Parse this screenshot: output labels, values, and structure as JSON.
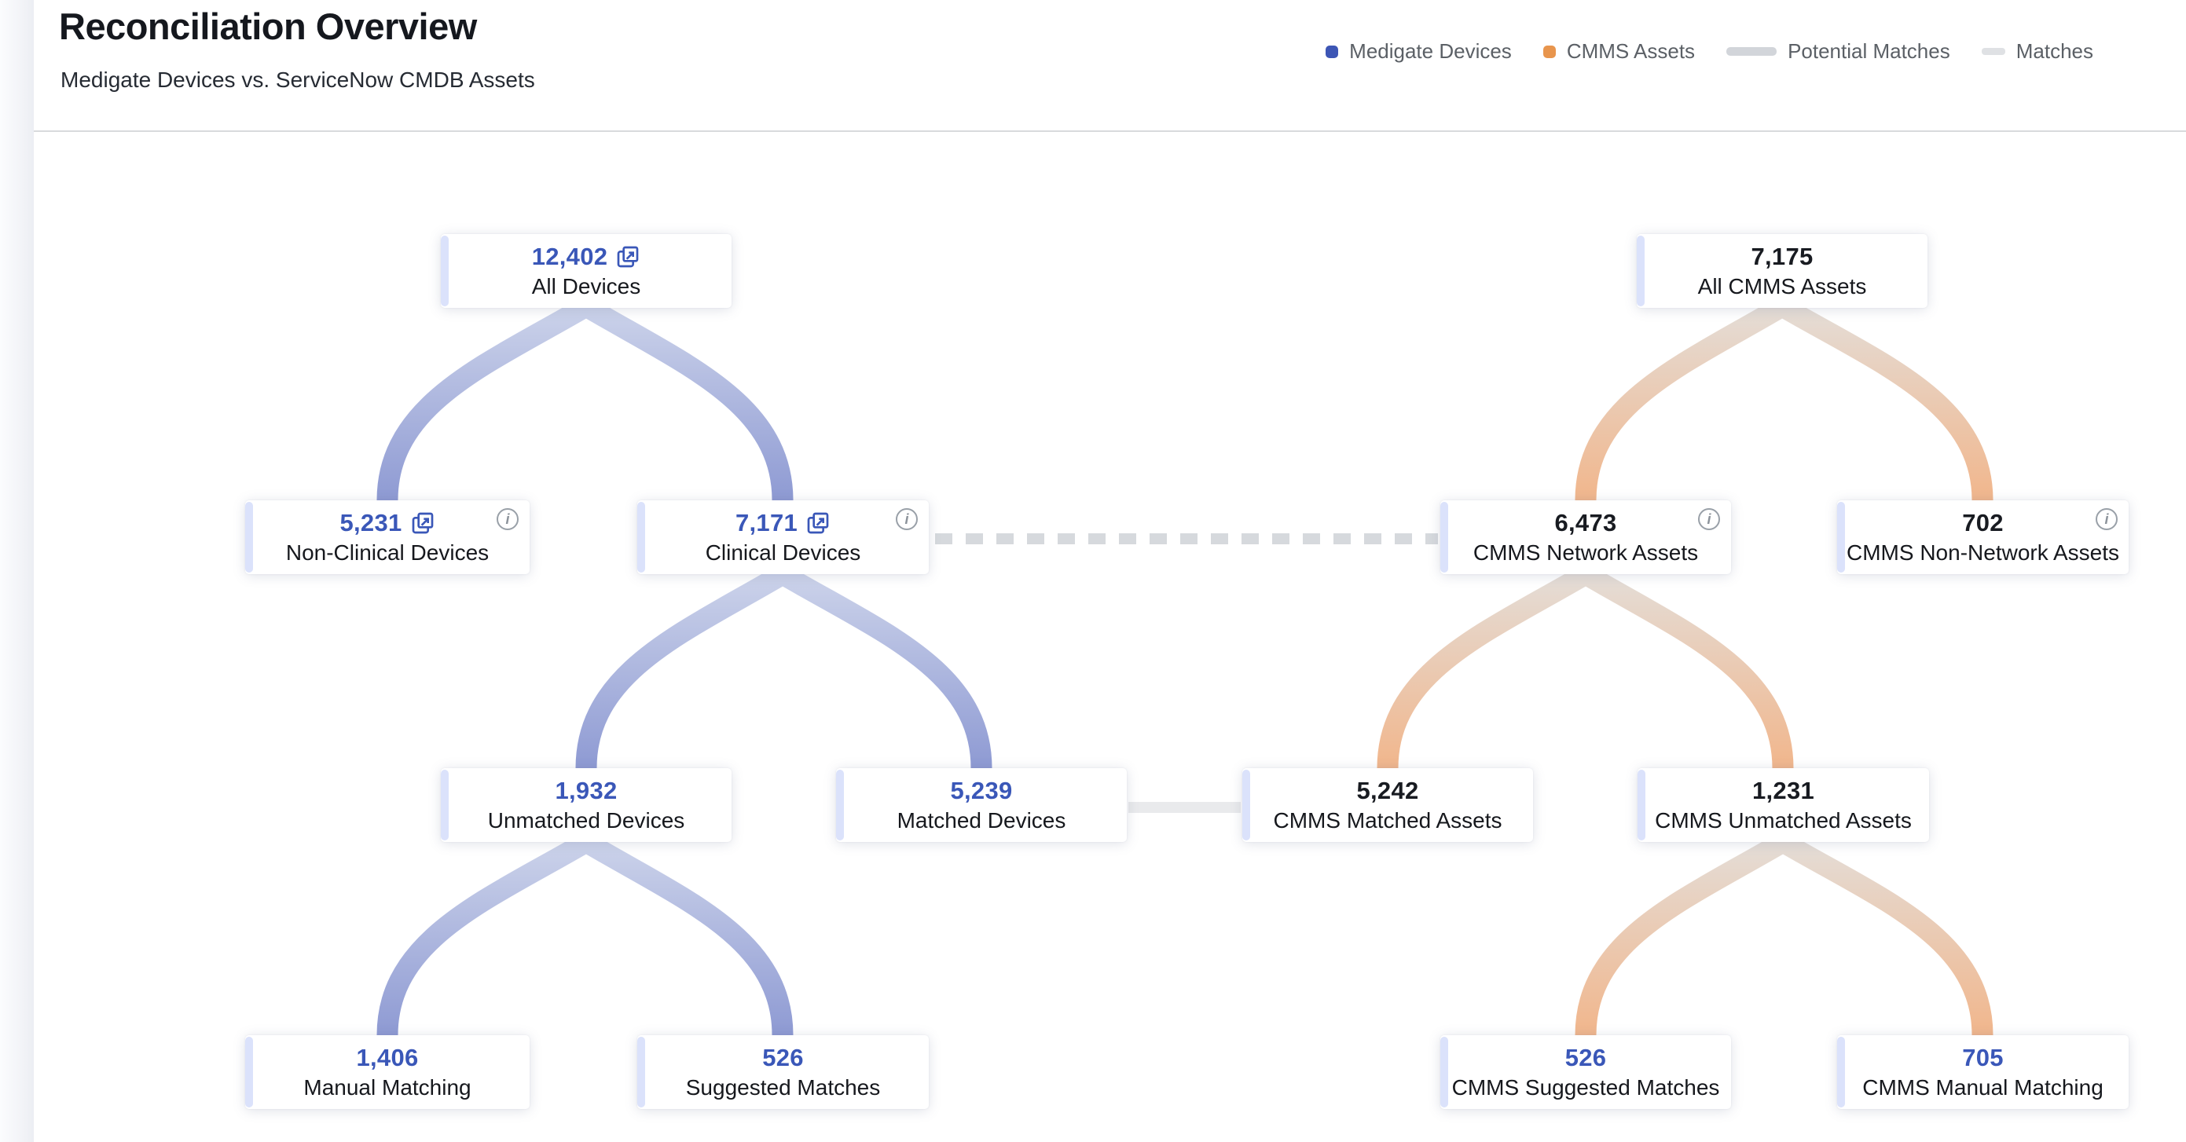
{
  "header": {
    "title": "Reconciliation Overview",
    "subtitle": "Medigate Devices vs. ServiceNow CMDB Assets"
  },
  "legend": {
    "items": [
      {
        "label": "Medigate Devices",
        "marker": "square",
        "color": "#3D56B5"
      },
      {
        "label": "CMMS Assets",
        "marker": "square",
        "color": "#E8954D"
      },
      {
        "label": "Potential Matches",
        "marker": "thick-line",
        "color": "#D2D5DA"
      },
      {
        "label": "Matches",
        "marker": "short-line",
        "color": "#DFE1E4"
      }
    ]
  },
  "nodes": [
    {
      "id": "all-devices",
      "value": "12,402",
      "label": "All Devices",
      "value_color": "#3A57B8",
      "external_link": true,
      "info": false
    },
    {
      "id": "all-cmms-assets",
      "value": "7,175",
      "label": "All CMMS Assets",
      "value_color": "#181B21",
      "external_link": false,
      "info": false
    },
    {
      "id": "non-clinical-devices",
      "value": "5,231",
      "label": "Non-Clinical Devices",
      "value_color": "#3A57B8",
      "external_link": true,
      "info": true
    },
    {
      "id": "clinical-devices",
      "value": "7,171",
      "label": "Clinical Devices",
      "value_color": "#3A57B8",
      "external_link": true,
      "info": true
    },
    {
      "id": "cmms-network-assets",
      "value": "6,473",
      "label": "CMMS Network Assets",
      "value_color": "#181B21",
      "external_link": false,
      "info": true
    },
    {
      "id": "cmms-non-network-assets",
      "value": "702",
      "label": "CMMS Non-Network Assets",
      "value_color": "#181B21",
      "external_link": false,
      "info": true
    },
    {
      "id": "unmatched-devices",
      "value": "1,932",
      "label": "Unmatched Devices",
      "value_color": "#3A57B8",
      "external_link": false,
      "info": false
    },
    {
      "id": "matched-devices",
      "value": "5,239",
      "label": "Matched Devices",
      "value_color": "#3A57B8",
      "external_link": false,
      "info": false
    },
    {
      "id": "cmms-matched-assets",
      "value": "5,242",
      "label": "CMMS Matched Assets",
      "value_color": "#181B21",
      "external_link": false,
      "info": false
    },
    {
      "id": "cmms-unmatched-assets",
      "value": "1,231",
      "label": "CMMS Unmatched Assets",
      "value_color": "#181B21",
      "external_link": false,
      "info": false
    },
    {
      "id": "manual-matching",
      "value": "1,406",
      "label": "Manual Matching",
      "value_color": "#3A57B8",
      "external_link": false,
      "info": false
    },
    {
      "id": "suggested-matches",
      "value": "526",
      "label": "Suggested Matches",
      "value_color": "#3A57B8",
      "external_link": false,
      "info": false
    },
    {
      "id": "cmms-suggested-matches",
      "value": "526",
      "label": "CMMS Suggested Matches",
      "value_color": "#3A57B8",
      "external_link": false,
      "info": false
    },
    {
      "id": "cmms-manual-matching",
      "value": "705",
      "label": "CMMS Manual Matching",
      "value_color": "#3A57B8",
      "external_link": false,
      "info": false
    }
  ],
  "chart_data": {
    "type": "flow",
    "title": "Reconciliation Overview",
    "subtitle": "Medigate Devices vs. ServiceNow CMDB Assets",
    "left_tree_color": "#8E9AD3",
    "right_tree_color": "#F1B68C",
    "nodes": [
      {
        "id": "all-devices",
        "value": 12402
      },
      {
        "id": "non-clinical-devices",
        "value": 5231
      },
      {
        "id": "clinical-devices",
        "value": 7171
      },
      {
        "id": "unmatched-devices",
        "value": 1932
      },
      {
        "id": "matched-devices",
        "value": 5239
      },
      {
        "id": "manual-matching",
        "value": 1406
      },
      {
        "id": "suggested-matches",
        "value": 526
      },
      {
        "id": "all-cmms-assets",
        "value": 7175
      },
      {
        "id": "cmms-network-assets",
        "value": 6473
      },
      {
        "id": "cmms-non-network-assets",
        "value": 702
      },
      {
        "id": "cmms-matched-assets",
        "value": 5242
      },
      {
        "id": "cmms-unmatched-assets",
        "value": 1231
      },
      {
        "id": "cmms-suggested-matches",
        "value": 526
      },
      {
        "id": "cmms-manual-matching",
        "value": 705
      }
    ],
    "links": [
      {
        "from": "all-devices",
        "to": "non-clinical-devices",
        "series": "Medigate Devices"
      },
      {
        "from": "all-devices",
        "to": "clinical-devices",
        "series": "Medigate Devices"
      },
      {
        "from": "clinical-devices",
        "to": "unmatched-devices",
        "series": "Medigate Devices"
      },
      {
        "from": "clinical-devices",
        "to": "matched-devices",
        "series": "Medigate Devices"
      },
      {
        "from": "unmatched-devices",
        "to": "manual-matching",
        "series": "Medigate Devices"
      },
      {
        "from": "unmatched-devices",
        "to": "suggested-matches",
        "series": "Medigate Devices"
      },
      {
        "from": "all-cmms-assets",
        "to": "cmms-network-assets",
        "series": "CMMS Assets"
      },
      {
        "from": "all-cmms-assets",
        "to": "cmms-non-network-assets",
        "series": "CMMS Assets"
      },
      {
        "from": "cmms-network-assets",
        "to": "cmms-matched-assets",
        "series": "CMMS Assets"
      },
      {
        "from": "cmms-network-assets",
        "to": "cmms-unmatched-assets",
        "series": "CMMS Assets"
      },
      {
        "from": "cmms-unmatched-assets",
        "to": "cmms-suggested-matches",
        "series": "CMMS Assets"
      },
      {
        "from": "cmms-unmatched-assets",
        "to": "cmms-manual-matching",
        "series": "CMMS Assets"
      }
    ],
    "cross_links": [
      {
        "from": "clinical-devices",
        "to": "cmms-network-assets",
        "style": "dashed",
        "meaning": "Potential Matches"
      },
      {
        "from": "matched-devices",
        "to": "cmms-matched-assets",
        "style": "solid",
        "meaning": "Matches"
      }
    ]
  }
}
